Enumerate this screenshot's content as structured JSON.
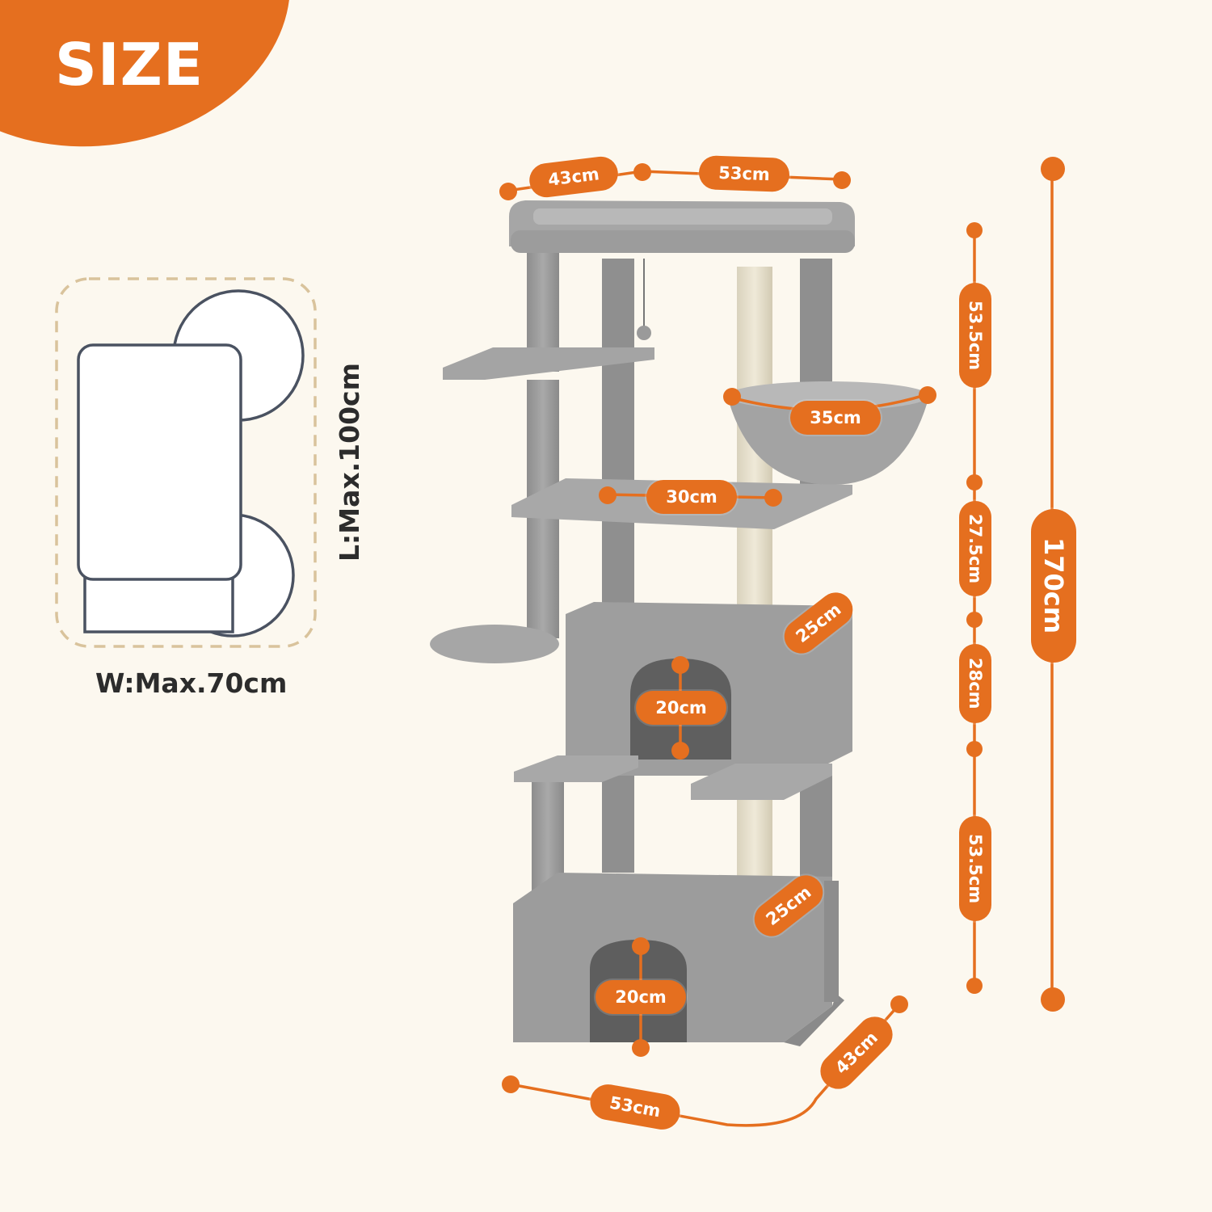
{
  "header": {
    "title": "SIZE",
    "accent_color": "#e56f1f",
    "background_color": "#fcf8ef"
  },
  "footprint": {
    "width_label": "W:Max.70cm",
    "length_label": "L:Max.100cm",
    "outline_color": "#4a5261",
    "dashed_border_color": "#d9c39c"
  },
  "product": {
    "name": "cat tree",
    "color": "#9a9a9a",
    "sisal_color": "#e6e0cc"
  },
  "dimensions": {
    "top_perch_depth": "43cm",
    "top_perch_width": "53cm",
    "basket_diameter": "35cm",
    "platform_hole": "30cm",
    "upper_condo_depth": "25cm",
    "upper_condo_entry": "20cm",
    "lower_condo_depth": "25cm",
    "lower_condo_entry": "20cm",
    "base_width": "53cm",
    "base_depth": "43cm",
    "total_height": "170cm",
    "segments": [
      "53.5cm",
      "27.5cm",
      "28cm",
      "53.5cm"
    ]
  }
}
